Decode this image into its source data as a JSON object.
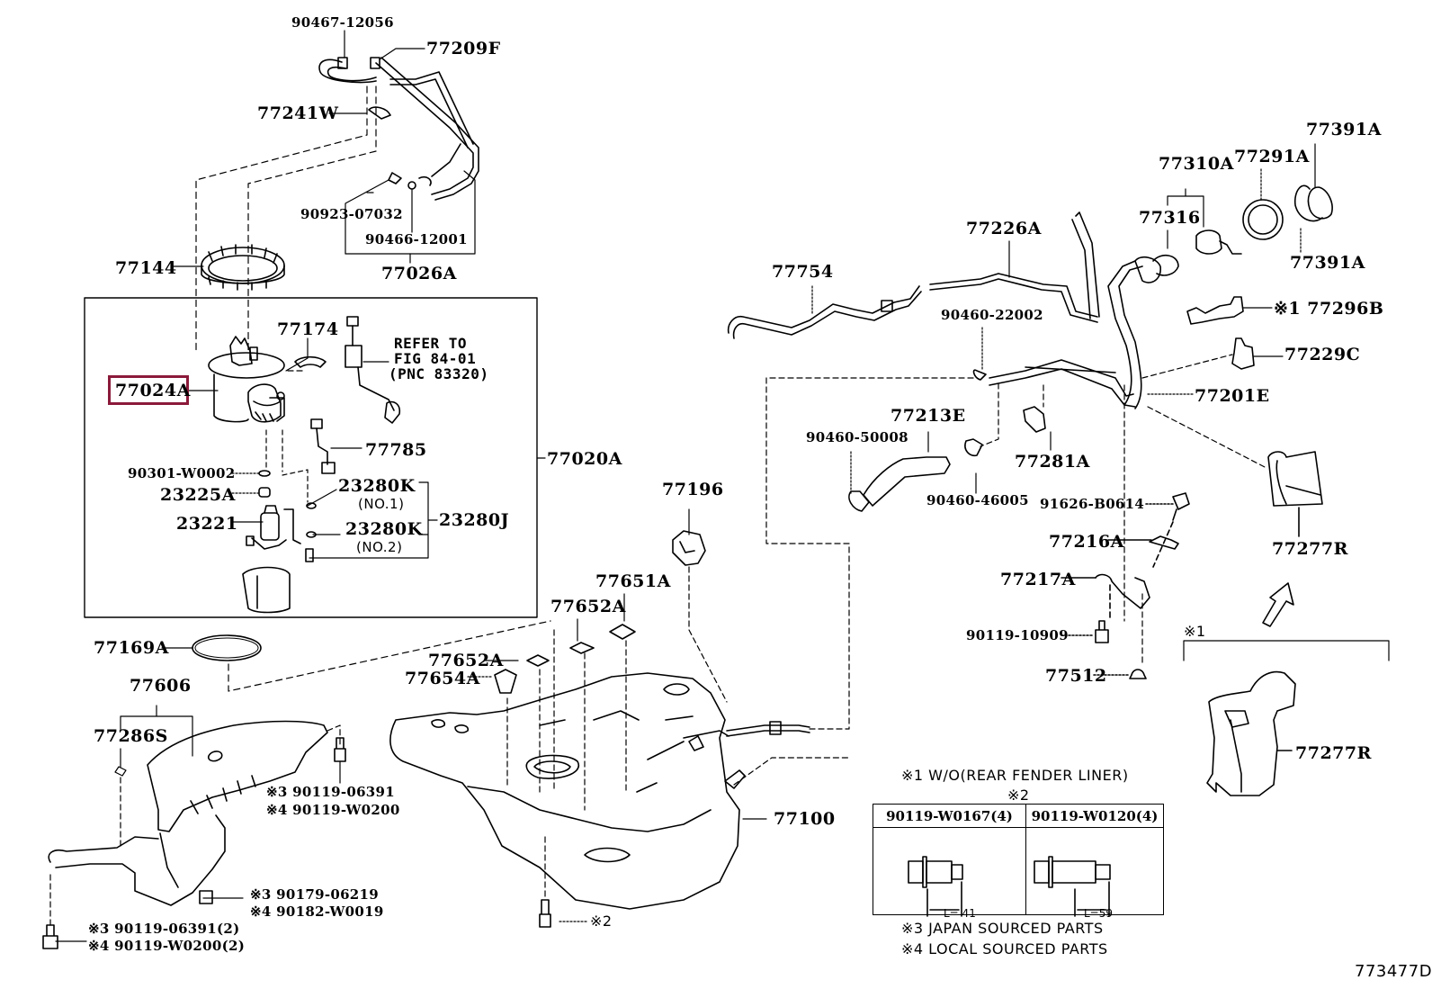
{
  "figure": {
    "id": "773477D",
    "highlight_color": "#8b1a3a",
    "highlighted_part": "77024A"
  },
  "parts": {
    "p90467_12056": "90467-12056",
    "p77209F": "77209F",
    "p77241W": "77241W",
    "p90923_07032": "90923-07032",
    "p90466_12001": "90466-12001",
    "p77026A": "77026A",
    "p77144": "77144",
    "p77174": "77174",
    "p77024A": "77024A",
    "p77785": "77785",
    "p90301_W0002": "90301-W0002",
    "p23225A": "23225A",
    "p23221": "23221",
    "p23280K_1": "23280K",
    "p23280K_1_sub": "(NO.1)",
    "p23280K_2": "23280K",
    "p23280K_2_sub": "(NO.2)",
    "p23280J": "23280J",
    "p77020A": "77020A",
    "p77169A": "77169A",
    "p77606": "77606",
    "p77286S": "77286S",
    "p90119_06391_a": "※3 90119-06391",
    "p90119_W0200_a": "※4 90119-W0200",
    "p90179_06219": "※3 90179-06219",
    "p90182_W0019": "※4 90182-W0019",
    "p90119_06391_b": "※3 90119-06391(2)",
    "p90119_W0200_b": "※4 90119-W0200(2)",
    "p77196": "77196",
    "p77651A": "77651A",
    "p77652A_a": "77652A",
    "p77652A_b": "77652A",
    "p77654A": "77654A",
    "p77100": "77100",
    "note2_bolt": "※2",
    "p77754": "77754",
    "p77226A": "77226A",
    "p90460_22002": "90460-22002",
    "p77213E": "77213E",
    "p90460_50008": "90460-50008",
    "p90460_46005": "90460-46005",
    "p77281A": "77281A",
    "p77310A": "77310A",
    "p77316": "77316",
    "p77291A": "77291A",
    "p77391A_a": "77391A",
    "p77391A_b": "77391A",
    "p77296B": "※1 77296B",
    "p77229C": "77229C",
    "p77201E": "77201E",
    "p91626_B0614": "91626-B0614",
    "p77216A": "77216A",
    "p77217A": "77217A",
    "p90119_10909": "90119-10909",
    "p77512": "77512",
    "p77277R_a": "77277R",
    "p77277R_b": "77277R",
    "note1_bracket": "※1"
  },
  "refer": {
    "line1": "REFER TO",
    "line2": "FIG 84-01",
    "line3": "(PNC 83320)"
  },
  "legend": {
    "note1": "※1 W/O(REAR FENDER LINER)",
    "note2": "※2",
    "table": [
      {
        "part": "90119-W0167(4)",
        "length": "L= 41"
      },
      {
        "part": "90119-W0120(4)",
        "length": "L=59"
      }
    ],
    "note3": "※3 JAPAN SOURCED PARTS",
    "note4": "※4 LOCAL SOURCED PARTS"
  }
}
